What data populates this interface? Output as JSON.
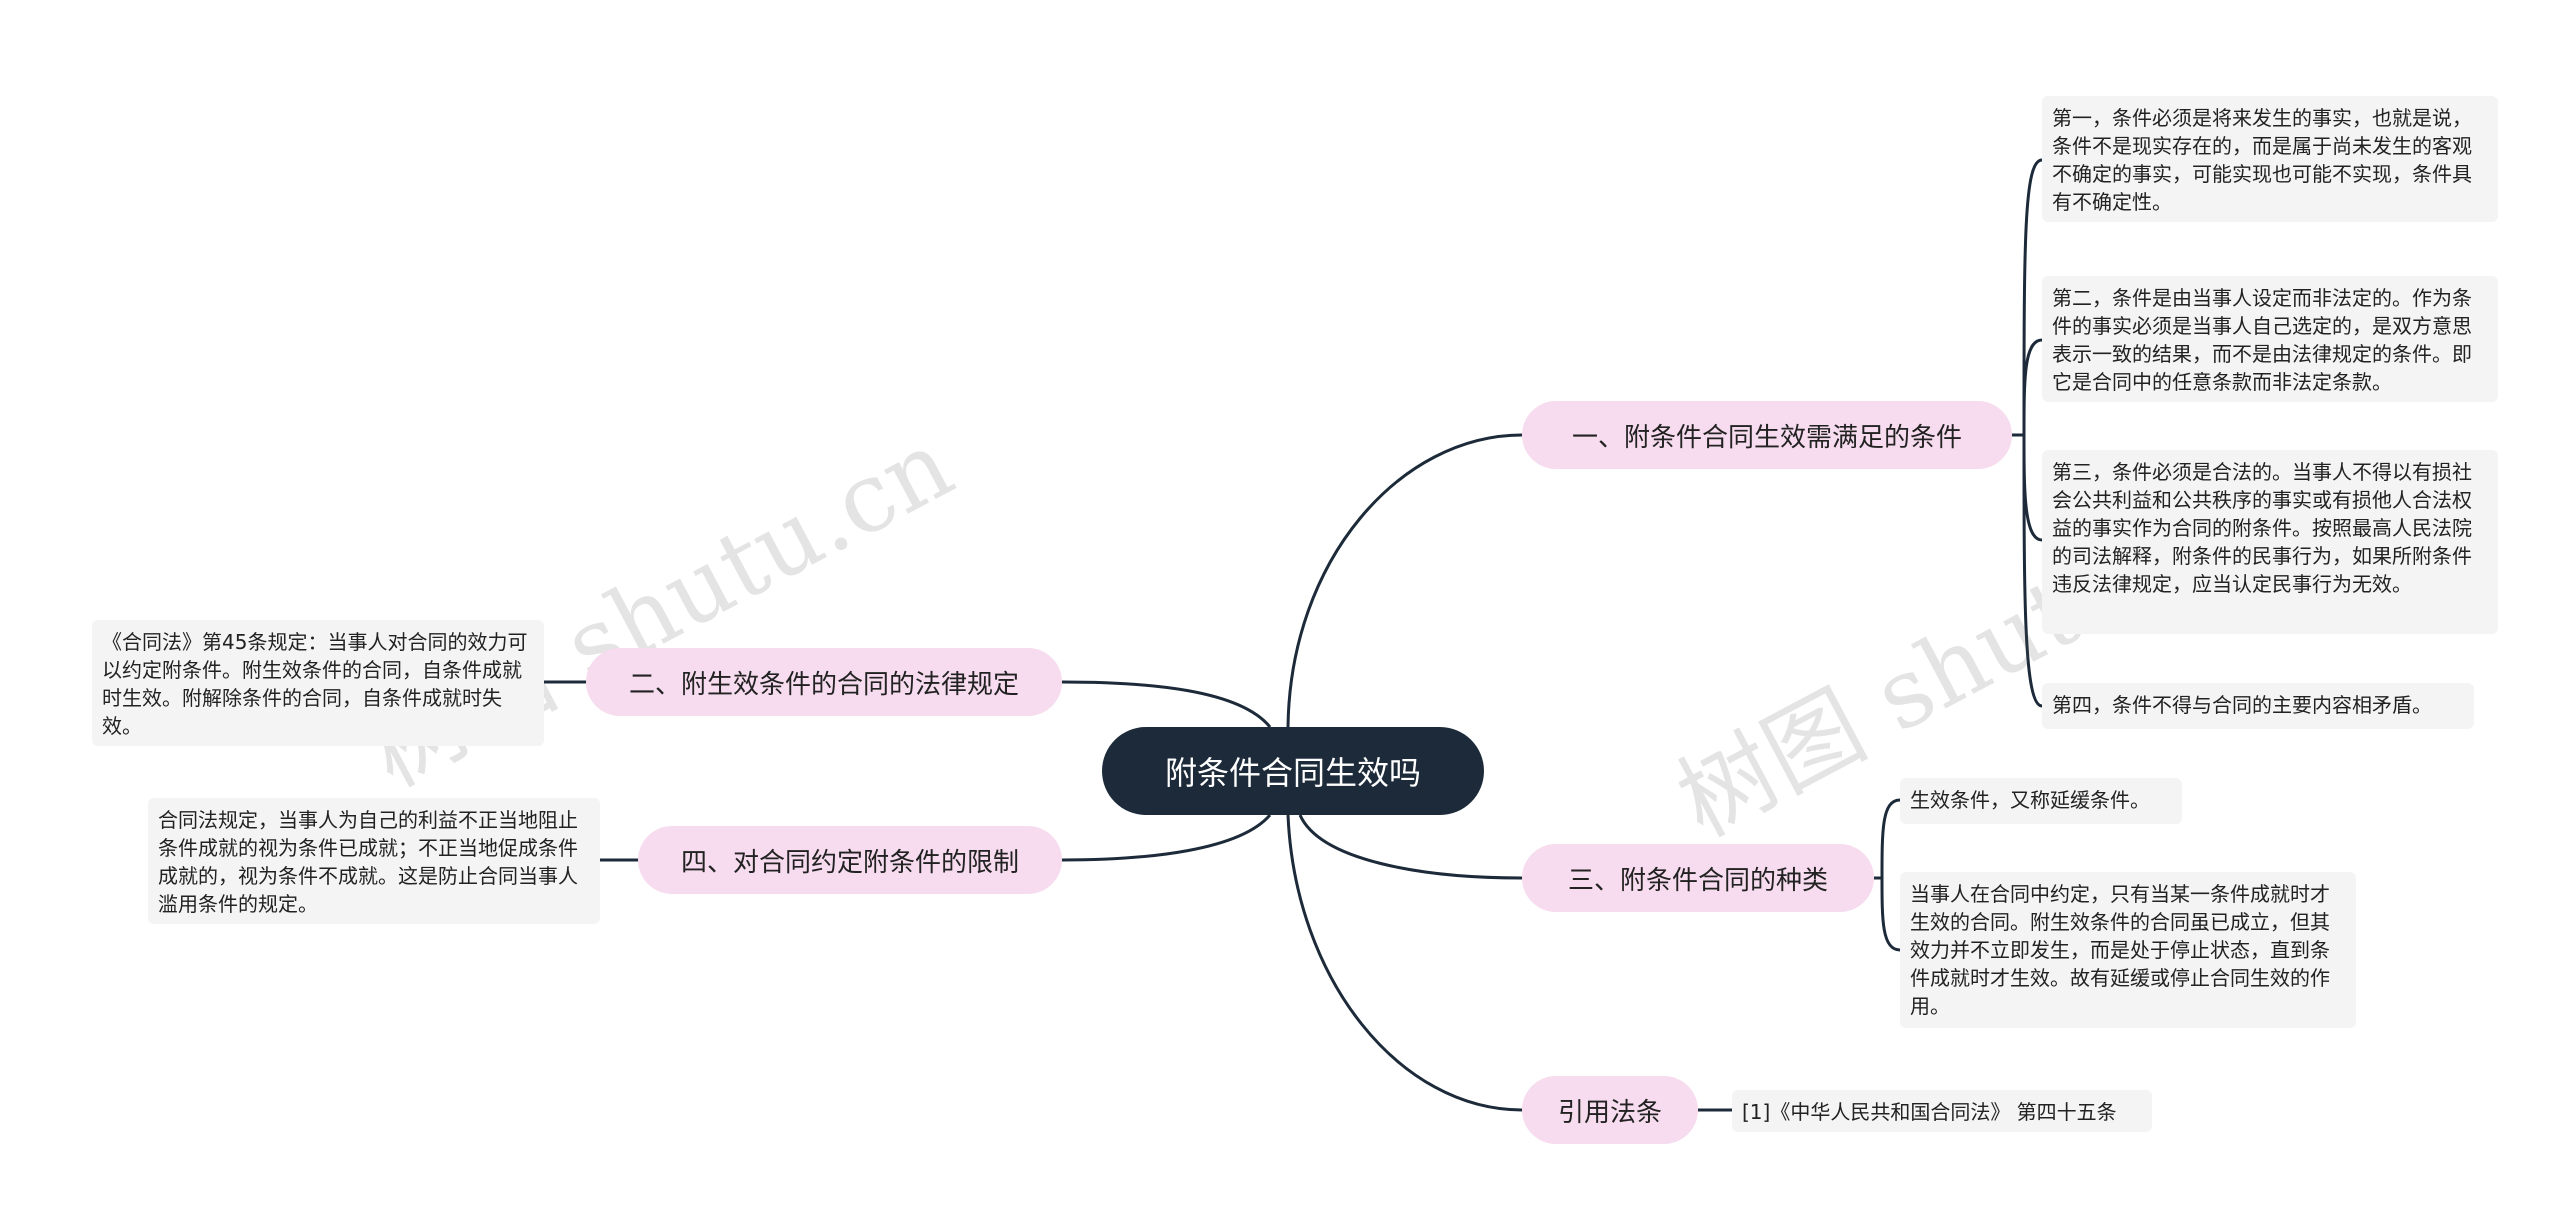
{
  "root": {
    "label": "附条件合同生效吗"
  },
  "watermark": "树图 shutu.cn",
  "branches": [
    {
      "label": "一、附条件合同生效需满足的条件",
      "children": [
        "第一，条件必须是将来发生的事实，也就是说，条件不是现实存在的，而是属于尚未发生的客观不确定的事实，可能实现也可能不实现，条件具有不确定性。",
        "第二，条件是由当事人设定而非法定的。作为条件的事实必须是当事人自己选定的，是双方意思表示一致的结果，而不是由法律规定的条件。即它是合同中的任意条款而非法定条款。",
        "第三，条件必须是合法的。当事人不得以有损社会公共利益和公共秩序的事实或有损他人合法权益的事实作为合同的附条件。按照最高人民法院的司法解释，附条件的民事行为，如果所附条件违反法律规定，应当认定民事行为无效。",
        "第四，条件不得与合同的主要内容相矛盾。"
      ]
    },
    {
      "label": "二、附生效条件的合同的法律规定",
      "children": [
        "《合同法》第45条规定：当事人对合同的效力可以约定附条件。附生效条件的合同，自条件成就时生效。附解除条件的合同，自条件成就时失效。"
      ]
    },
    {
      "label": "三、附条件合同的种类",
      "children": [
        "生效条件，又称延缓条件。",
        "当事人在合同中约定，只有当某一条件成就时才生效的合同。附生效条件的合同虽已成立，但其效力并不立即发生，而是处于停止状态，直到条件成就时才生效。故有延缓或停止合同生效的作用。"
      ]
    },
    {
      "label": "四、对合同约定附条件的限制",
      "children": [
        "合同法规定，当事人为自己的利益不正当地阻止条件成就的视为条件已成就；不正当地促成条件成就的，视为条件不成就。这是防止合同当事人滥用条件的规定。"
      ]
    },
    {
      "label": "引用法条",
      "children": [
        "[1]《中华人民共和国合同法》 第四十五条"
      ]
    }
  ]
}
